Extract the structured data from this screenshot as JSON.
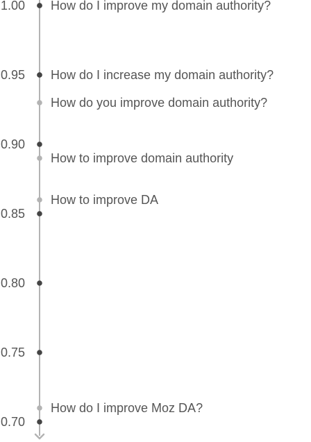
{
  "chart_data": {
    "type": "scatter",
    "title": "",
    "xlabel": "",
    "ylabel": "",
    "ylim": [
      0.7,
      1.0
    ],
    "y_ticks": [
      "1.00",
      "0.95",
      "0.90",
      "0.85",
      "0.80",
      "0.75",
      "0.70"
    ],
    "y_tick_values": [
      1.0,
      0.95,
      0.9,
      0.85,
      0.8,
      0.75,
      0.7
    ],
    "points": [
      {
        "label": "How do I improve my domain authority?",
        "y": 1.0
      },
      {
        "label": "How do I increase my domain authority?",
        "y": 0.95
      },
      {
        "label": "How do you improve domain authority?",
        "y": 0.93
      },
      {
        "label": "How to improve domain authority",
        "y": 0.89
      },
      {
        "label": "How to improve DA",
        "y": 0.86
      },
      {
        "label": "How do I improve Moz DA?",
        "y": 0.71
      }
    ],
    "grid": false,
    "colors": {
      "axis": "#b3b3b3",
      "tick_dot": "#444444",
      "point_dot": "#b3b3b3",
      "text": "#555555"
    }
  }
}
